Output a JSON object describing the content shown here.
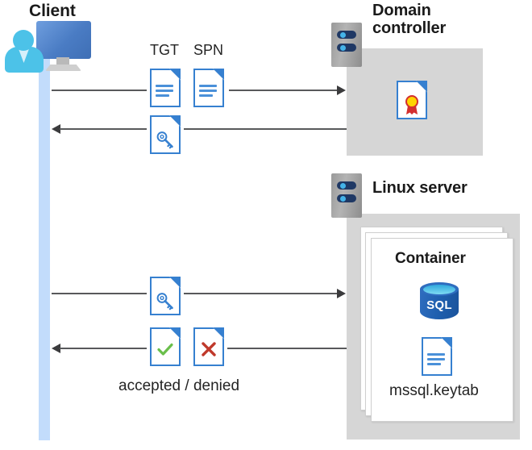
{
  "diagram": {
    "title_client": "Client",
    "title_domain_controller": "Domain\ncontroller",
    "title_linux_server": "Linux server",
    "title_container": "Container"
  },
  "labels": {
    "tgt": "TGT",
    "spn": "SPN",
    "keytab_file": "mssql.keytab",
    "accepted_denied": "accepted / denied",
    "sql_badge": "SQL"
  },
  "icons": {
    "client": "user-computer-icon",
    "server_dc": "server-rack-icon",
    "server_linux": "server-rack-icon",
    "tgt_doc": "document-icon",
    "spn_doc": "document-icon",
    "ticket_key_doc": "document-key-icon",
    "request_key_doc": "document-key-icon",
    "accepted_doc": "document-check-icon",
    "denied_doc": "document-x-icon",
    "certificate_doc": "document-certificate-icon",
    "keytab_doc": "document-icon",
    "sql_database": "sql-database-icon"
  },
  "flows": [
    {
      "id": "flow-1-tgt-spn-request",
      "direction": "right",
      "from": "client",
      "to": "domain-controller",
      "payload": [
        "TGT",
        "SPN"
      ]
    },
    {
      "id": "flow-2-ticket-response",
      "direction": "left",
      "from": "domain-controller",
      "to": "client",
      "payload": [
        "service-ticket"
      ]
    },
    {
      "id": "flow-3-ticket-presented",
      "direction": "right",
      "from": "client",
      "to": "linux-server-container",
      "payload": [
        "service-ticket"
      ]
    },
    {
      "id": "flow-4-auth-result",
      "direction": "left",
      "from": "linux-server-container",
      "to": "client",
      "payload": [
        "accepted",
        "denied"
      ]
    }
  ],
  "colors": {
    "accent_blue": "#3680d0",
    "lifeline_blue": "#c2dcfb",
    "panel_gray": "#d6d6d6",
    "server_gray": "#9a9a9a",
    "arrow_gray": "#58595b",
    "check_green": "#6abf4b",
    "x_red": "#c0392b",
    "cert_gold": "#ffd400",
    "cert_red": "#d32f2f",
    "sql_blue": "#1f5fae",
    "monitor_blue": "#4a7cc4",
    "user_cyan": "#4cc2e8"
  }
}
